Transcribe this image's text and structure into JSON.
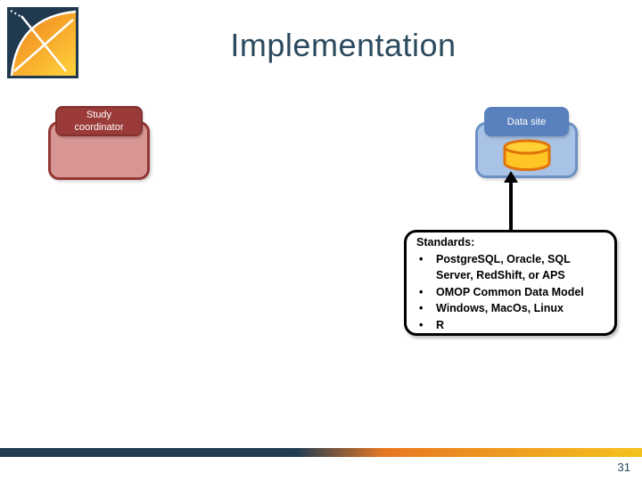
{
  "slide": {
    "title": "Implementation",
    "page_number": "31"
  },
  "logo": {
    "icon": "compass-sail-logo",
    "bg_color": "#21394E",
    "accent_color_start": "#ED7D1A",
    "accent_color_end": "#FFCE3B"
  },
  "diagram": {
    "study_coordinator": {
      "label": "Study coordinator",
      "header_color": "#9A3B39",
      "body_color": "#D79593",
      "border_color": "#943634"
    },
    "data_site": {
      "label": "Data site",
      "header_color": "#5881BE",
      "body_color": "#A9C3E6",
      "border_color": "#6B90C3",
      "icon": "database-cylinder",
      "database_fill": "#FFC524",
      "database_border": "#E0730C"
    },
    "arrow": {
      "direction": "up",
      "from": "standards-box",
      "to": "data-site-box",
      "color": "#000000"
    },
    "standards": {
      "heading": "Standards:",
      "bullets": [
        "PostgreSQL, Oracle, SQL Server, RedShift, or APS",
        "OMOP Common Data Model",
        "Windows, MacOs, Linux",
        "R"
      ]
    }
  },
  "footer": {
    "bar_gradient": [
      "#1F3C53",
      "#E87722",
      "#F5C21D"
    ]
  }
}
